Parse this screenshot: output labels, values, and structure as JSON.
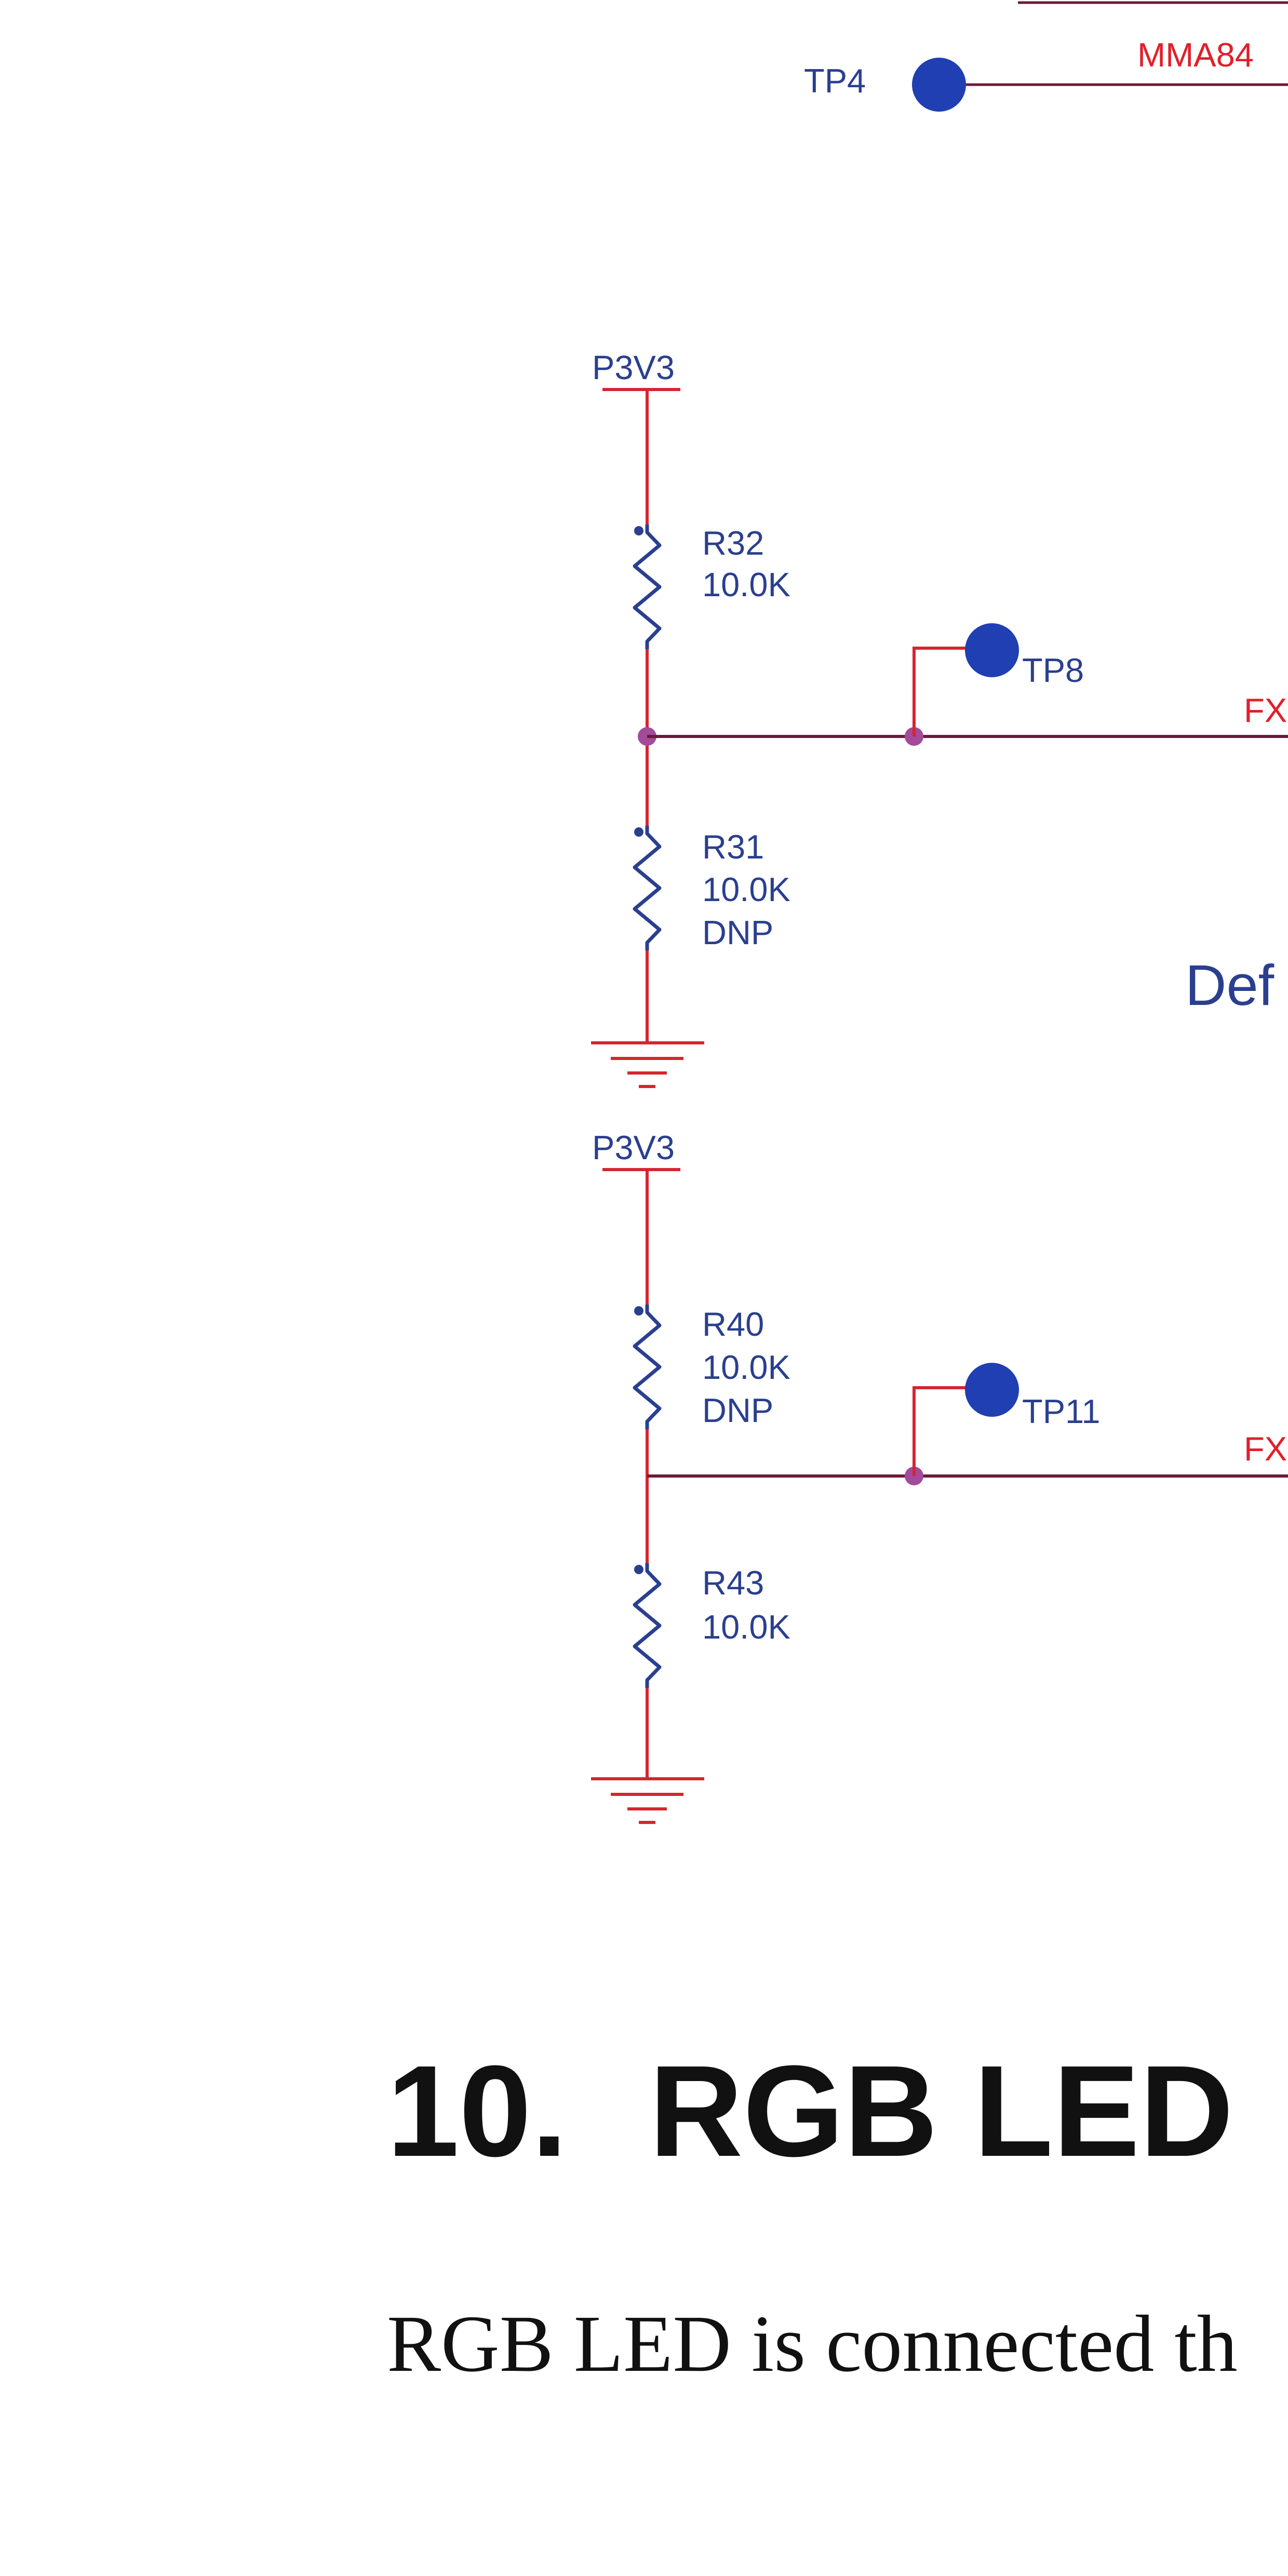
{
  "schematic": {
    "tp4": {
      "label": "TP4",
      "net": "MMA84"
    },
    "divider1": {
      "supply": "P3V3",
      "r_top": {
        "ref": "R32",
        "value": "10.0K"
      },
      "r_bottom": {
        "ref": "R31",
        "value": "10.0K",
        "note": "DNP"
      },
      "testpoint": "TP8",
      "net": "FX"
    },
    "divider2": {
      "supply": "P3V3",
      "r_top": {
        "ref": "R40",
        "value": "10.0K",
        "note": "DNP"
      },
      "r_bottom": {
        "ref": "R43",
        "value": "10.0K"
      },
      "testpoint": "TP11",
      "net": "FX"
    },
    "default_text": "Def",
    "colors": {
      "wire": "#6b1a3a",
      "power": "#d42630",
      "part": "#2a3f8f",
      "junction": "#a34a9a"
    }
  },
  "section": {
    "number": "10.",
    "title": "RGB LED"
  },
  "body": {
    "text": "RGB LED is connected th"
  }
}
